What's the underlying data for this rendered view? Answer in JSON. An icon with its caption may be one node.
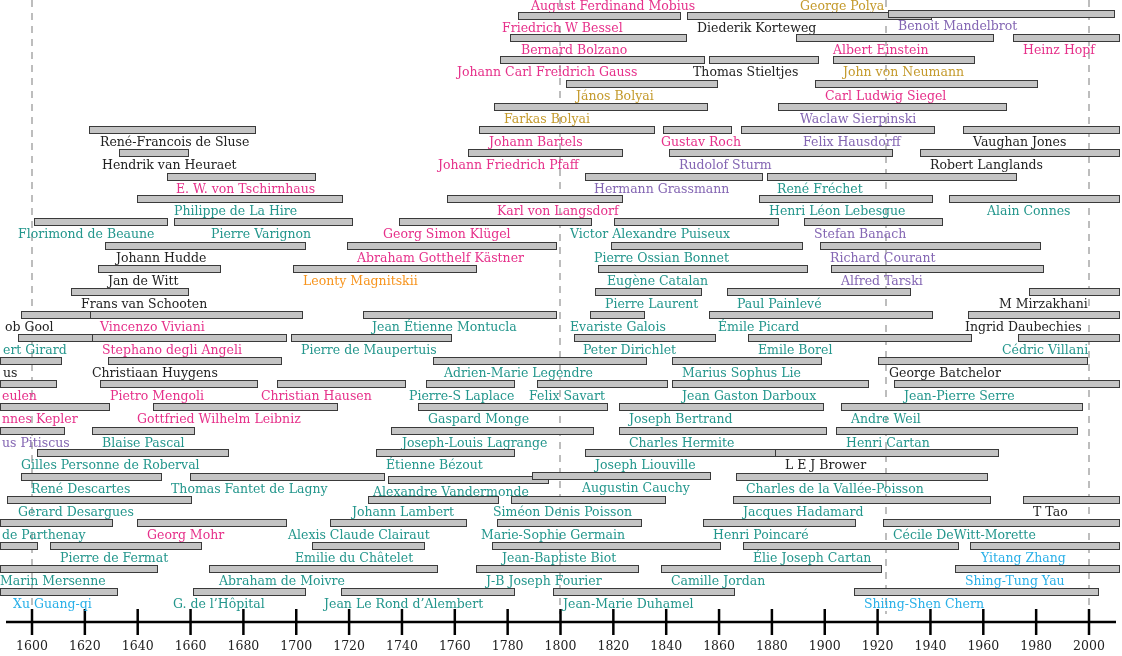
{
  "diagram": {
    "nodes": [
      {
        "text": [
          "August Ferdinand Mobius"
        ]
      },
      {
        "text": [
          "George Polya"
        ]
      },
      {
        "text": [
          "Friedrich W Bessel"
        ]
      },
      {
        "text": [
          "Diederik Korteweg"
        ]
      },
      {
        "text": [
          "Benoit Mandelbrot"
        ]
      },
      {
        "text": [
          "Bernard Bolzano"
        ]
      },
      {
        "text": [
          "Albert Einstein"
        ]
      },
      {
        "text": [
          "Heinz Hopf"
        ]
      },
      {
        "text": [
          "Johann Carl Freidrich Gauss"
        ]
      },
      {
        "text": [
          "Thomas Stieltjes"
        ]
      },
      {
        "text": [
          "John von Neumann"
        ]
      },
      {
        "text": [
          "János Bolyai"
        ]
      },
      {
        "text": [
          "Carl Ludwig Siegel"
        ]
      },
      {
        "text": [
          "Farkas Bolyai"
        ]
      },
      {
        "text": [
          "Waclaw Sierpinski"
        ]
      },
      {
        "text": [
          "René-Francois de Sluse"
        ]
      },
      {
        "text": [
          "Johann Bartels"
        ]
      },
      {
        "text": [
          "Gustav Roch"
        ]
      },
      {
        "text": [
          "Felix Hausdorff"
        ]
      },
      {
        "text": [
          "Vaughan Jones"
        ]
      },
      {
        "text": [
          "Hendrik van Heuraet"
        ]
      },
      {
        "text": [
          "Johann Friedrich Pfaff"
        ]
      },
      {
        "text": [
          "Rudolof Sturm"
        ]
      },
      {
        "text": [
          "Robert Langlands"
        ]
      },
      {
        "text": [
          "E. W. von Tschirnhaus"
        ]
      },
      {
        "text": [
          "Hermann Grassmann"
        ]
      },
      {
        "text": [
          "René Fréchet"
        ]
      },
      {
        "text": [
          "Philippe de La Hire"
        ]
      },
      {
        "text": [
          "Karl von Langsdorf"
        ]
      },
      {
        "text": [
          "Henri Léon Lebesgue"
        ]
      },
      {
        "text": [
          "Alain Connes"
        ]
      },
      {
        "text": [
          "Florimond de Beaune"
        ]
      },
      {
        "text": [
          "Pierre Varignon"
        ]
      },
      {
        "text": [
          "Georg Simon Klügel"
        ]
      },
      {
        "text": [
          "Victor Alexandre Puiseux"
        ]
      },
      {
        "text": [
          "Stefan Banach"
        ]
      },
      {
        "text": [
          "Johann Hudde"
        ]
      },
      {
        "text": [
          "Abraham Gotthelf Kästner"
        ]
      },
      {
        "text": [
          "Pierre Ossian Bonnet"
        ]
      },
      {
        "text": [
          "Richard Courant"
        ]
      },
      {
        "text": [
          "Jan de Witt"
        ]
      },
      {
        "text": [
          "Leonty Magnitskii"
        ]
      },
      {
        "text": [
          "Eugène Catalan"
        ]
      },
      {
        "text": [
          "Alfred Tarski"
        ]
      },
      {
        "text": [
          "Frans van Schooten"
        ]
      },
      {
        "text": [
          "Pierre Laurent"
        ]
      },
      {
        "text": [
          "Paul Painlevé"
        ]
      },
      {
        "text": [
          "M Mirzakhani"
        ]
      },
      {
        "text": [
          "ob Gool"
        ]
      },
      {
        "text": [
          "Vincenzo Viviani"
        ]
      },
      {
        "text": [
          "Jean Étienne Montucla"
        ]
      },
      {
        "text": [
          "Evariste Galois"
        ]
      },
      {
        "text": [
          "Émile Picard"
        ]
      },
      {
        "text": [
          "Ingrid Daubechies"
        ]
      },
      {
        "text": [
          "ert Girard"
        ]
      },
      {
        "text": [
          "Stephano degli Angeli"
        ]
      },
      {
        "text": [
          "Pierre de Maupertuis"
        ]
      },
      {
        "text": [
          "Peter Dirichlet"
        ]
      },
      {
        "text": [
          "Emile Borel"
        ]
      },
      {
        "text": [
          "Cédric Villani"
        ]
      },
      {
        "text": [
          "us"
        ]
      },
      {
        "text": [
          "Christiaan Huygens"
        ]
      },
      {
        "text": [
          "Adrien-Marie Legendre"
        ]
      },
      {
        "text": [
          "Marius Sophus Lie"
        ]
      },
      {
        "text": [
          "George Batchelor"
        ]
      },
      {
        "text": [
          "eulen"
        ]
      },
      {
        "text": [
          "Pietro Mengoli"
        ]
      },
      {
        "text": [
          "Christian Hausen"
        ]
      },
      {
        "text": [
          "Pierre-S Laplace"
        ]
      },
      {
        "text": [
          "Felix Savart"
        ]
      },
      {
        "text": [
          "Jean Gaston Darboux"
        ]
      },
      {
        "text": [
          "Jean-Pierre Serre"
        ]
      },
      {
        "text": [
          "nnes Kepler"
        ]
      },
      {
        "text": [
          "Gottfried Wilhelm Leibniz"
        ]
      },
      {
        "text": [
          "Gaspard Monge"
        ]
      },
      {
        "text": [
          "Joseph Bertrand"
        ]
      },
      {
        "text": [
          "Andre Weil"
        ]
      },
      {
        "text": [
          "us Pitiscus"
        ]
      },
      {
        "text": [
          "Blaise Pascal"
        ]
      },
      {
        "text": [
          "Joseph-Louis Lagrange"
        ]
      },
      {
        "text": [
          "Charles Hermite"
        ]
      },
      {
        "text": [
          "Henri Cartan"
        ]
      },
      {
        "text": [
          "Gilles Personne de Roberval"
        ]
      },
      {
        "text": [
          "Étienne Bézout"
        ]
      },
      {
        "text": [
          "Joseph Liouville"
        ]
      },
      {
        "text": [
          "L E J Brower"
        ]
      },
      {
        "text": [
          "René Descartes"
        ]
      },
      {
        "text": [
          "Thomas Fantet de Lagny"
        ]
      },
      {
        "text": [
          "Alexandre Vandermonde"
        ]
      },
      {
        "text": [
          "Augustin Cauchy"
        ]
      },
      {
        "text": [
          "Charles de la Vallée-Poisson"
        ]
      },
      {
        "text": [
          "Gerard Desargues"
        ]
      },
      {
        "text": [
          "Johann Lambert"
        ]
      },
      {
        "text": [
          "Siméon Denis Poisson"
        ]
      },
      {
        "text": [
          "Jacques Hadamard"
        ]
      },
      {
        "text": [
          "T Tao"
        ]
      },
      {
        "text": [
          "de Parthenay"
        ]
      },
      {
        "text": [
          "Georg Mohr"
        ]
      },
      {
        "text": [
          "Alexis Claude Clairaut"
        ]
      },
      {
        "text": [
          "Marie-Sophie Germain"
        ]
      },
      {
        "text": [
          "Henri Poincaré"
        ]
      },
      {
        "text": [
          "Cécile DeWitt-Morette"
        ]
      },
      {
        "text": [],
        "shape": "bar"
      },
      {
        "text": [
          "Pierre de Fermat"
        ]
      },
      {
        "text": [
          "Emilie du Châtelet"
        ]
      },
      {
        "text": [
          "Jean-Baptiste Biot"
        ]
      },
      {
        "text": [
          "Élie Joseph Cartan"
        ]
      },
      {
        "text": [
          "Yitang Zhang"
        ]
      },
      {
        "text": [
          "Marin Mersenne"
        ]
      },
      {
        "text": [
          "Abraham de Moivre"
        ]
      },
      {
        "text": [
          "J-B Joseph Fourier"
        ]
      },
      {
        "text": [
          "Camille Jordan"
        ]
      },
      {
        "text": [
          "Shing-Tung Yau"
        ]
      },
      {
        "text": [
          "Xu Guang-qi"
        ]
      },
      {
        "text": [
          "G. de l’Hôpital"
        ]
      },
      {
        "text": [
          "Jean Le Rond d’Alembert"
        ]
      },
      {
        "text": [
          "Jean-Marie Duhamel"
        ]
      },
      {
        "text": [
          "Shiing-Shen Chern"
        ]
      }
    ],
    "labels": [
      "1600",
      "1620",
      "1640",
      "1660",
      "1680",
      "1700",
      "1720",
      "1740",
      "1760",
      "1780",
      "1800",
      "1820",
      "1840",
      "1860",
      "1880",
      "1900",
      "1920",
      "1940",
      "1960",
      "1980",
      "2000"
    ]
  }
}
